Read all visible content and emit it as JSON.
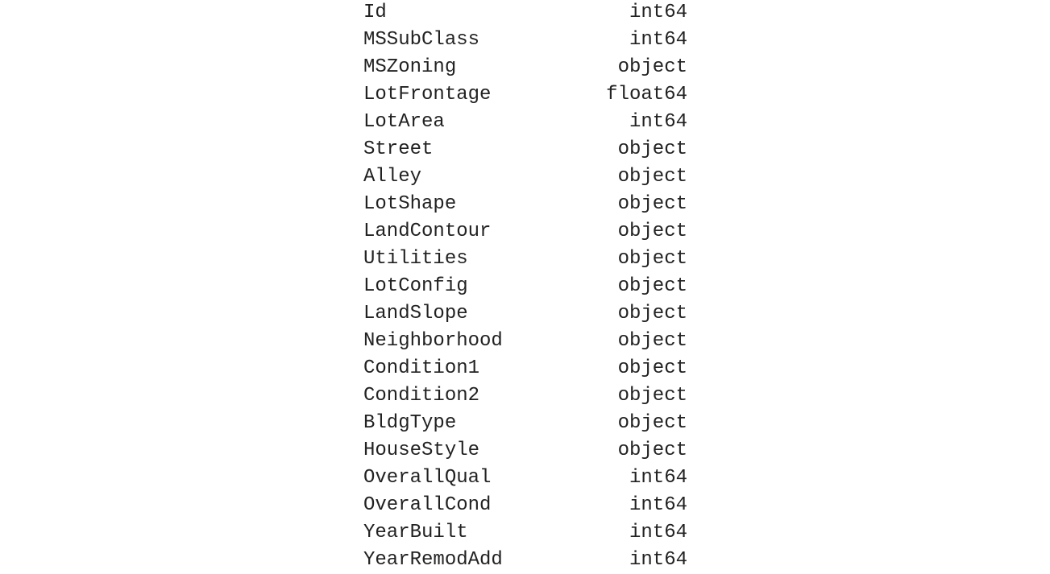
{
  "dtypes": {
    "rows": [
      {
        "column": "Id",
        "dtype": "int64"
      },
      {
        "column": "MSSubClass",
        "dtype": "int64"
      },
      {
        "column": "MSZoning",
        "dtype": "object"
      },
      {
        "column": "LotFrontage",
        "dtype": "float64"
      },
      {
        "column": "LotArea",
        "dtype": "int64"
      },
      {
        "column": "Street",
        "dtype": "object"
      },
      {
        "column": "Alley",
        "dtype": "object"
      },
      {
        "column": "LotShape",
        "dtype": "object"
      },
      {
        "column": "LandContour",
        "dtype": "object"
      },
      {
        "column": "Utilities",
        "dtype": "object"
      },
      {
        "column": "LotConfig",
        "dtype": "object"
      },
      {
        "column": "LandSlope",
        "dtype": "object"
      },
      {
        "column": "Neighborhood",
        "dtype": "object"
      },
      {
        "column": "Condition1",
        "dtype": "object"
      },
      {
        "column": "Condition2",
        "dtype": "object"
      },
      {
        "column": "BldgType",
        "dtype": "object"
      },
      {
        "column": "HouseStyle",
        "dtype": "object"
      },
      {
        "column": "OverallQual",
        "dtype": "int64"
      },
      {
        "column": "OverallCond",
        "dtype": "int64"
      },
      {
        "column": "YearBuilt",
        "dtype": "int64"
      },
      {
        "column": "YearRemodAdd",
        "dtype": "int64"
      }
    ]
  }
}
